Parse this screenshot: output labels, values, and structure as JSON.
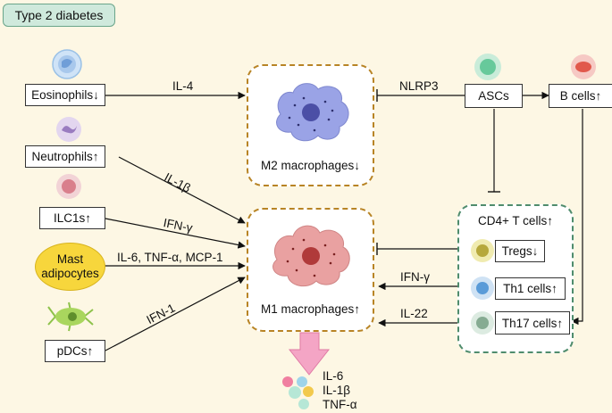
{
  "title": "Type 2 diabetes",
  "cells": {
    "eosinophils": "Eosinophils↓",
    "neutrophils": "Neutrophils↑",
    "ilc1s": "ILC1s↑",
    "mast": "Mast\nadipocytes",
    "pdcs": "pDCs↑",
    "ascs": "ASCs",
    "b_cells": "B cells↑"
  },
  "macrophages": {
    "m2": "M2 macrophages↓",
    "m1": "M1 macrophages↑"
  },
  "t_cells": {
    "title": "CD4+ T cells↑",
    "tregs": "Tregs↓",
    "th1": "Th1 cells↑",
    "th17": "Th17 cells↑"
  },
  "signals": {
    "il4": "IL-4",
    "nlrp3": "NLRP3",
    "il1b": "IL-1β",
    "ifng_left": "IFN-γ",
    "mast_signals": "IL-6, TNF-α, MCP-1",
    "ifn1": "IFN-1",
    "ifng_right": "IFN-γ",
    "il22": "IL-22"
  },
  "outputs": [
    "IL-6",
    "IL-1β",
    "TNF-α"
  ],
  "colors": {
    "background": "#fdf7e4",
    "m2_cell": "#9aa3e6",
    "m1_cell": "#e9a1a1",
    "macrophage_border": "#b88425",
    "tcell_border": "#4f8c6d",
    "output_arrow": "#f4a5c5"
  }
}
